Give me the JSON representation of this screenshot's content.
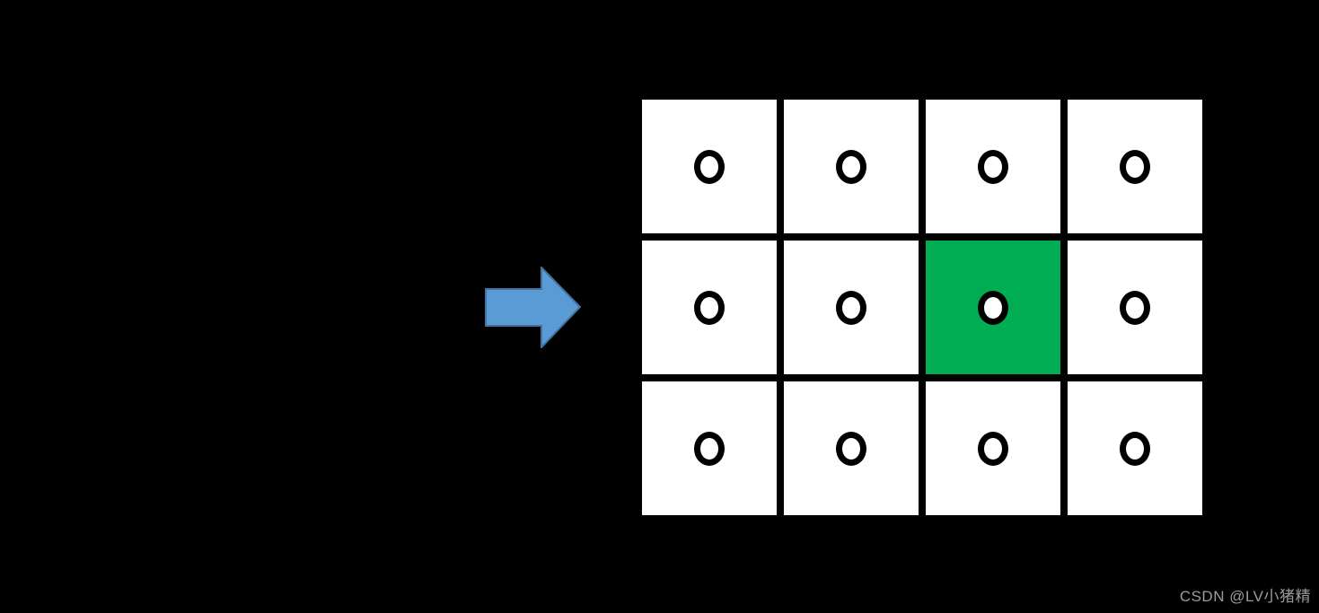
{
  "canvas": {
    "background_color": "#000000"
  },
  "arrow": {
    "direction": "right",
    "fill_color": "#5B9BD5",
    "stroke_color": "#41719C"
  },
  "grid": {
    "rows": 3,
    "cols": 4,
    "cell_color": "#ffffff",
    "marker": "circle-ring",
    "marker_stroke_color": "#000000",
    "marker_fill_color": "#ffffff",
    "highlight": {
      "row": 2,
      "col": 3
    },
    "highlight_color": "#00AD52"
  },
  "watermark": {
    "text": "CSDN @LV小猪精",
    "color": "#9B9B9B"
  }
}
